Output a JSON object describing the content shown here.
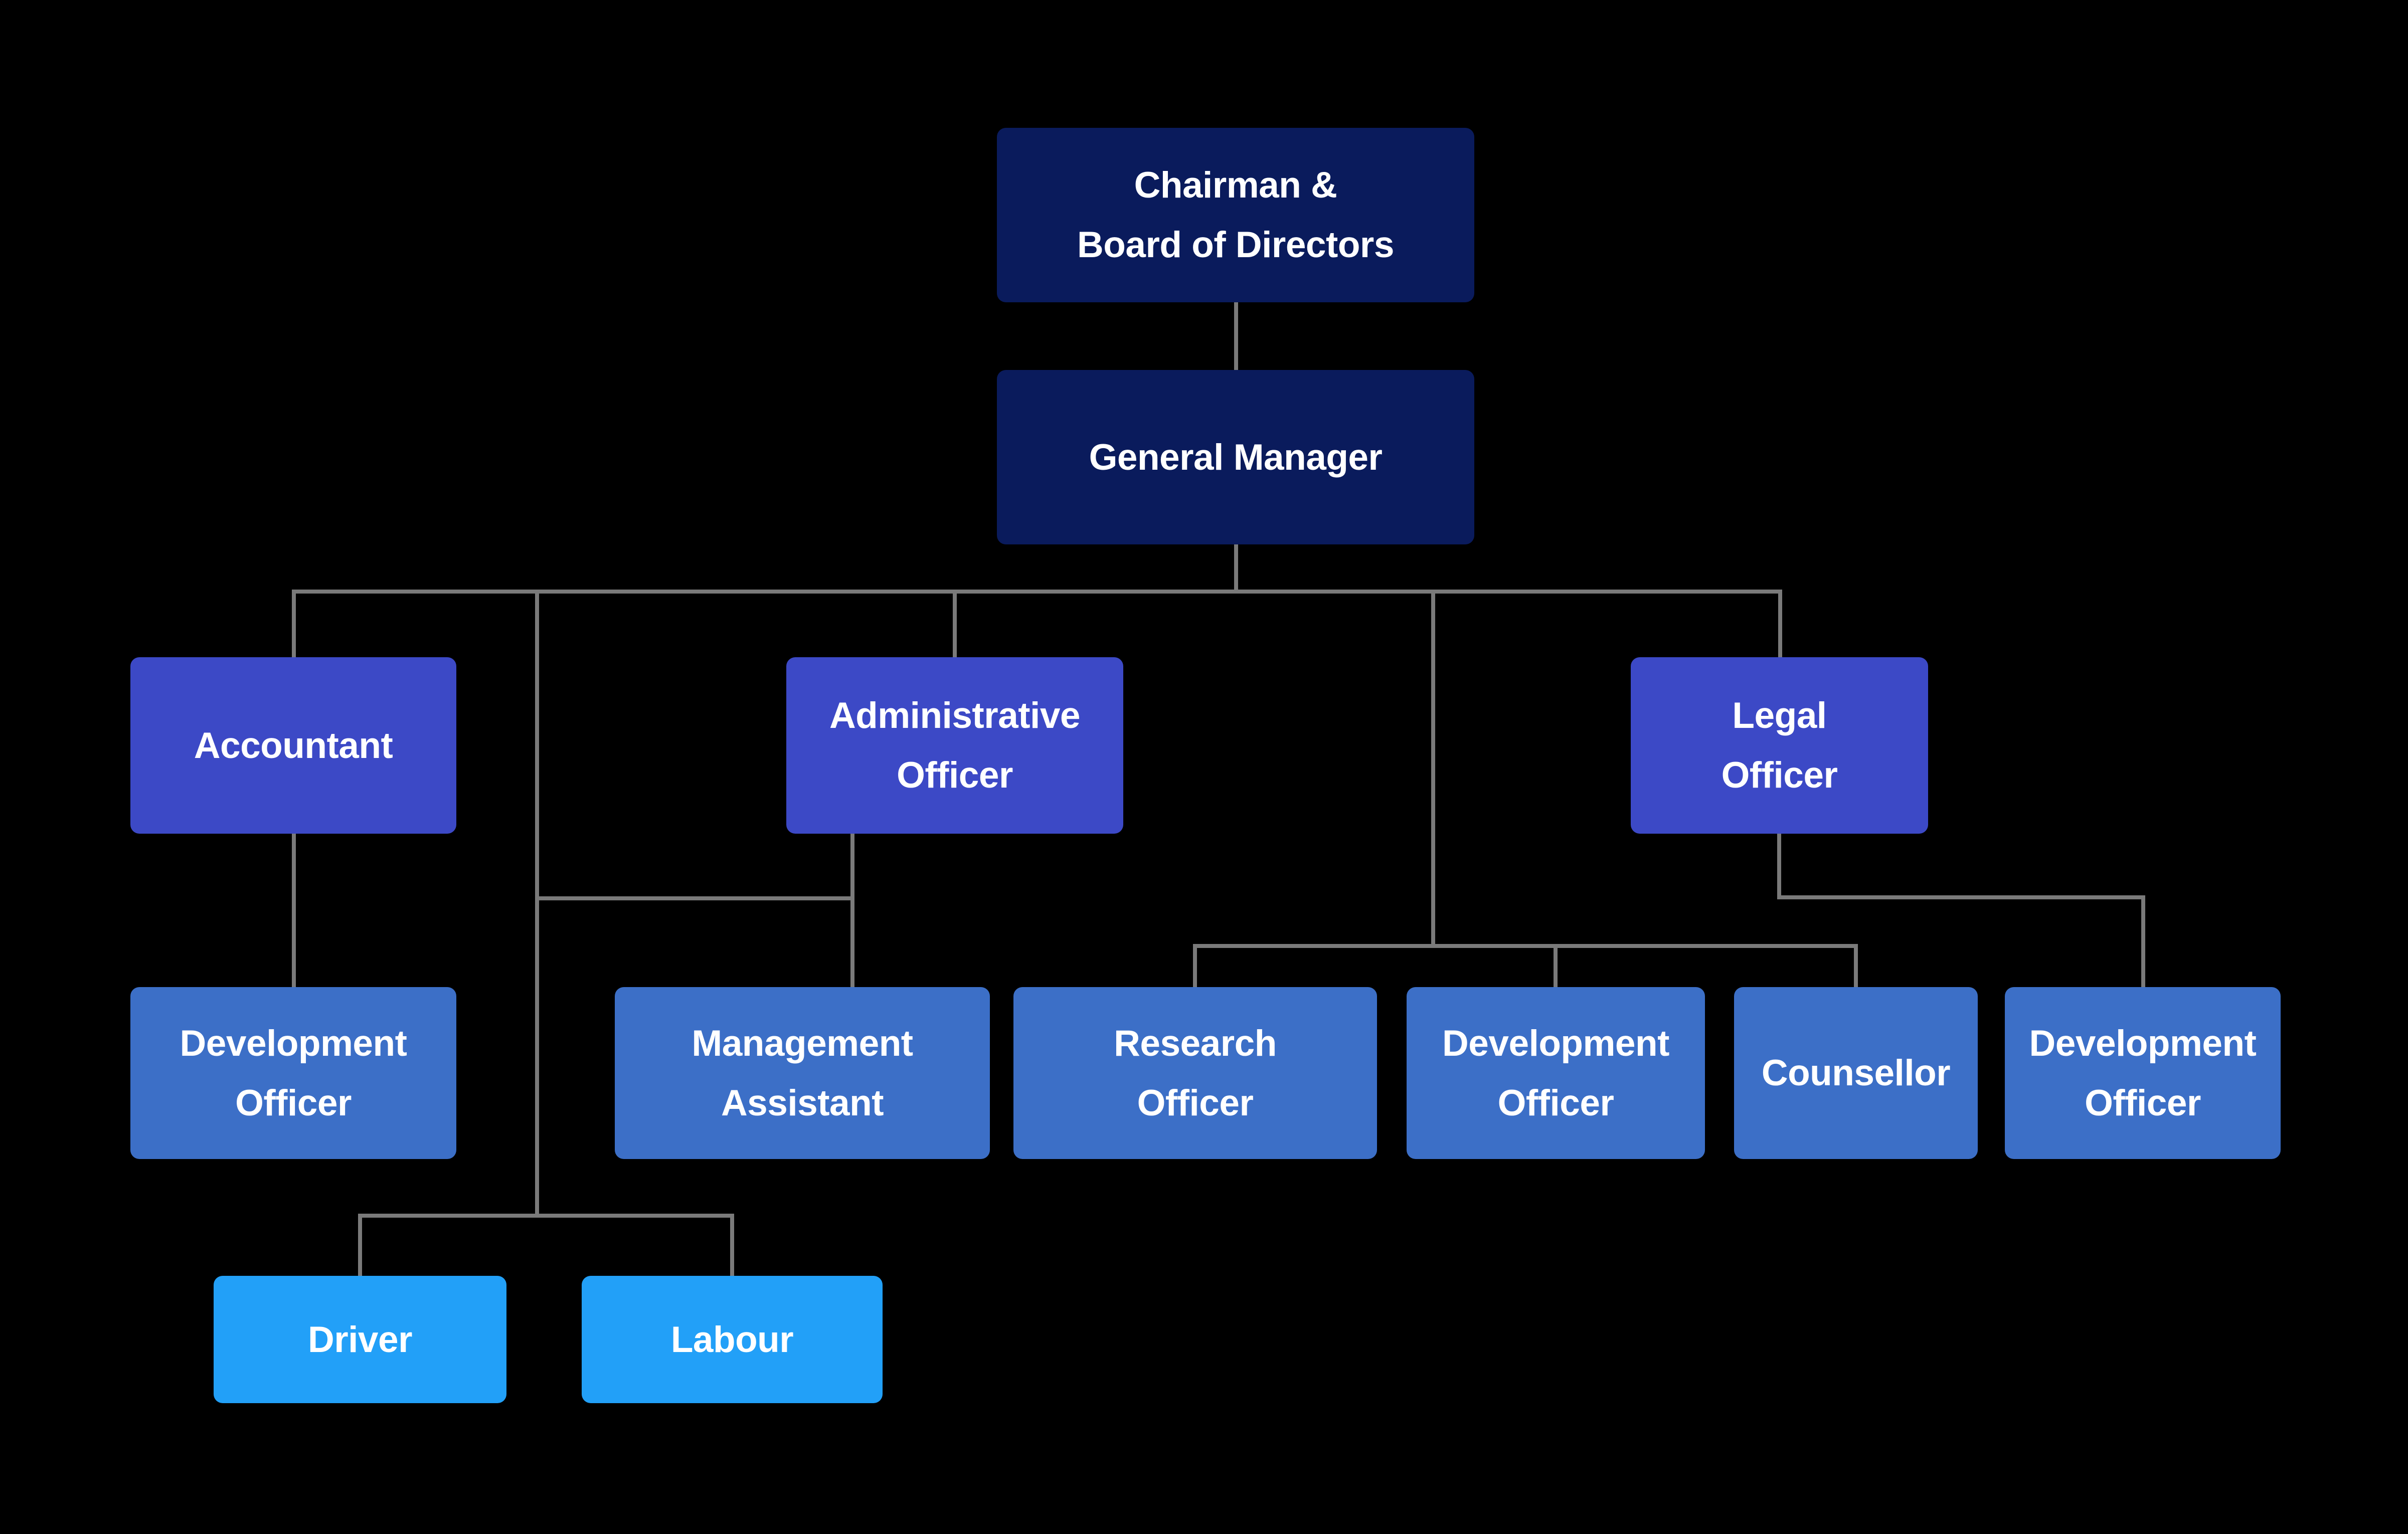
{
  "title": "Organizational chart",
  "palette": {
    "background": "#000000",
    "level1_top_management": "#0A1B5C",
    "level2_officers": "#3C49C6",
    "level3_staff": "#3C6FC7",
    "level4_support": "#22A0F8",
    "connector_line": "#7A7A7A",
    "text": "#FFFFFF"
  },
  "nodes": {
    "chairman": {
      "lines": [
        "Chairman &",
        "Board of Directors"
      ]
    },
    "general_manager": {
      "lines": [
        "General Manager"
      ]
    },
    "accountant": {
      "lines": [
        "Accountant"
      ]
    },
    "administrative_officer": {
      "lines": [
        "Administrative",
        "Officer"
      ]
    },
    "legal_officer": {
      "lines": [
        "Legal",
        "Officer"
      ]
    },
    "development_officer_accounts": {
      "lines": [
        "Development",
        "Officer"
      ]
    },
    "management_assistant": {
      "lines": [
        "Management",
        "Assistant"
      ]
    },
    "research_officer": {
      "lines": [
        "Research",
        "Officer"
      ]
    },
    "development_officer_mid": {
      "lines": [
        "Development",
        "Officer"
      ]
    },
    "counsellor": {
      "lines": [
        "Counsellor"
      ]
    },
    "development_officer_legal": {
      "lines": [
        "Development",
        "Officer"
      ]
    },
    "driver": {
      "lines": [
        "Driver"
      ]
    },
    "labour": {
      "lines": [
        "Labour"
      ]
    }
  },
  "hierarchy": [
    {
      "parent": "Chairman & Board of Directors",
      "child": "General Manager"
    },
    {
      "parent": "General Manager",
      "child": "Accountant"
    },
    {
      "parent": "General Manager",
      "child": "Administrative Officer"
    },
    {
      "parent": "General Manager",
      "child": "Legal Officer"
    },
    {
      "parent": "General Manager",
      "child": "Research Officer / Development Officer / Counsellor group"
    },
    {
      "parent": "Accountant",
      "child": "Development Officer"
    },
    {
      "parent": "Administrative Officer",
      "child": "Management Assistant"
    },
    {
      "parent": "Administrative Officer",
      "child": "Driver / Labour group"
    },
    {
      "parent": "Legal Officer",
      "child": "Development Officer"
    }
  ]
}
